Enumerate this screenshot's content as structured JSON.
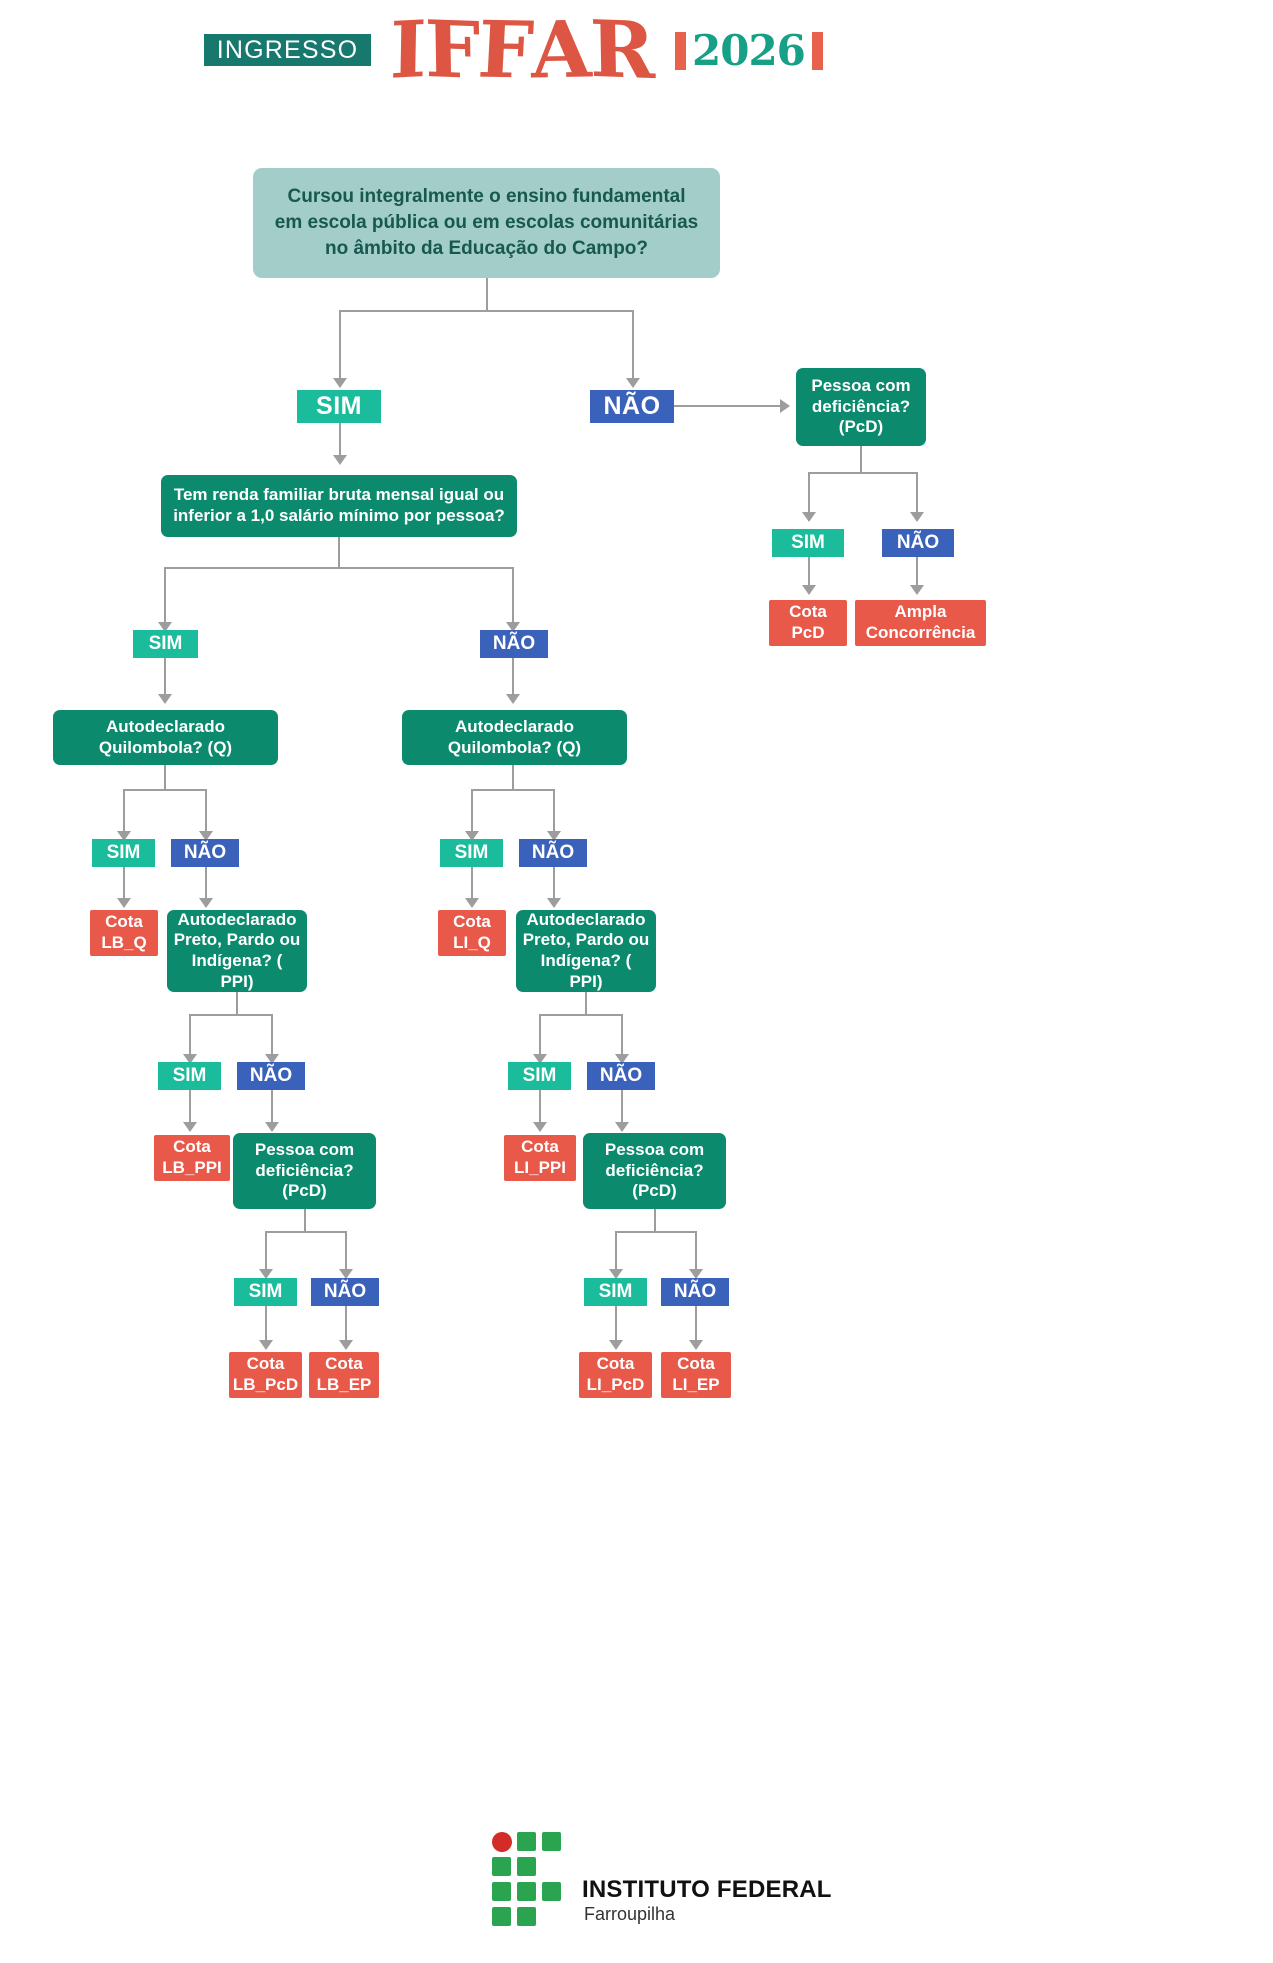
{
  "header": {
    "ingresso_label": "INGRESSO",
    "brand": "IFFAR",
    "brand_letters": [
      "I",
      "F",
      "F",
      "A",
      "R"
    ],
    "year": "2026",
    "brand_color": "#dd5543",
    "year_color": "#16a085",
    "badge_color": "#17786e"
  },
  "palette": {
    "question_top_bg": "#a2cdc8",
    "question_top_text": "#17584f",
    "question_bg": "#0b8a6d",
    "result_bg": "#e8594a",
    "sim_bg": "#1bbc9b",
    "nao_bg": "#3b62bb",
    "connector": "#9d9d9d"
  },
  "labels": {
    "sim": "SIM",
    "nao": "NÃO"
  },
  "flow": {
    "q_fundamental": "Cursou integralmente o ensino fundamental em escola pública ou em escolas comunitárias no âmbito da Educação do Campo?",
    "q_fundamental_lines": [
      "Cursou integralmente o ensino fundamental",
      "em escola pública ou em escolas comunitárias",
      "no âmbito da Educação do Campo?"
    ],
    "q_renda_lines": [
      "Tem renda familiar bruta mensal igual ou",
      "inferior a 1,0 salário mínimo por pessoa?"
    ],
    "q_pcd_lines": [
      "Pessoa com",
      "deficiência?",
      "(PcD)"
    ],
    "q_quilombola_lines": [
      "Autodeclarado",
      "Quilombola? (Q)"
    ],
    "q_ppi_lines": [
      "Autodeclarado",
      "Preto, Pardo ou",
      "Indígena? ( PPI)"
    ],
    "results": {
      "cota_pcd": [
        "Cota",
        "PcD"
      ],
      "ampla": [
        "Ampla",
        "Concorrência"
      ],
      "cota_lb_q": [
        "Cota",
        "LB_Q"
      ],
      "cota_li_q": [
        "Cota",
        "LI_Q"
      ],
      "cota_lb_ppi": [
        "Cota",
        "LB_PPI"
      ],
      "cota_li_ppi": [
        "Cota",
        "LI_PPI"
      ],
      "cota_lb_pcd": [
        "Cota",
        "LB_PcD"
      ],
      "cota_lb_ep": [
        "Cota",
        "LB_EP"
      ],
      "cota_li_pcd": [
        "Cota",
        "LI_PcD"
      ],
      "cota_li_ep": [
        "Cota",
        "LI_EP"
      ]
    }
  },
  "footer": {
    "institute_name": "INSTITUTO FEDERAL",
    "campus": "Farroupilha",
    "logo_square_color": "#2aa44f",
    "logo_dot_color": "#d32b28"
  }
}
